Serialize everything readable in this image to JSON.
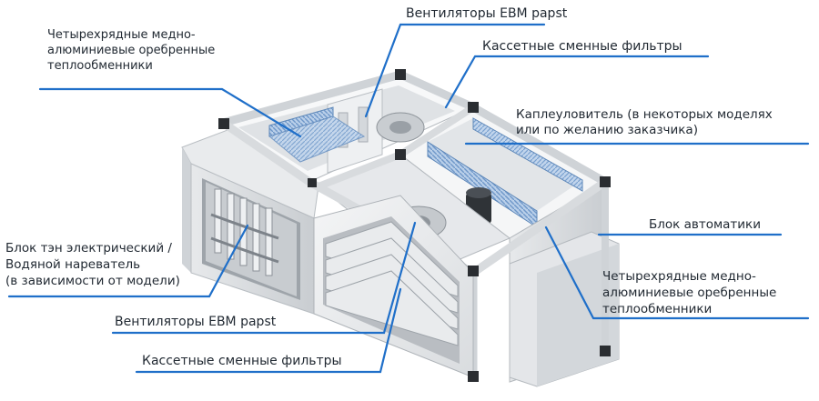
{
  "labels": {
    "fans_top": [
      "Вентиляторы EBM papst"
    ],
    "hex_left": [
      "Четырехрядные медно-",
      "алюминиевые оребренные",
      "теплообменники"
    ],
    "filters_top": [
      "Кассетные сменные фильтры"
    ],
    "drip": [
      "Каплеуловитель (в некоторых моделях",
      "или по желанию заказчика)"
    ],
    "automation": [
      "Блок автоматики"
    ],
    "heater": [
      "Блок тэн электрический /",
      "Водяной нареватель",
      "(в зависимости от модели)"
    ],
    "hex_right": [
      "Четырехрядные медно-",
      "алюминиевые оребренные",
      "теплообменники"
    ],
    "fans_bottom": [
      "Вентиляторы EBM papst"
    ],
    "filters_bottom": [
      "Кассетные сменные фильтры"
    ]
  },
  "colors": {
    "leader": "#1f6fc9",
    "text": "#222a33",
    "frame": "#d6d9dd",
    "frame_dark": "#a9aeb4",
    "coil": "#7fa8d8",
    "corner": "#2a2d31"
  }
}
